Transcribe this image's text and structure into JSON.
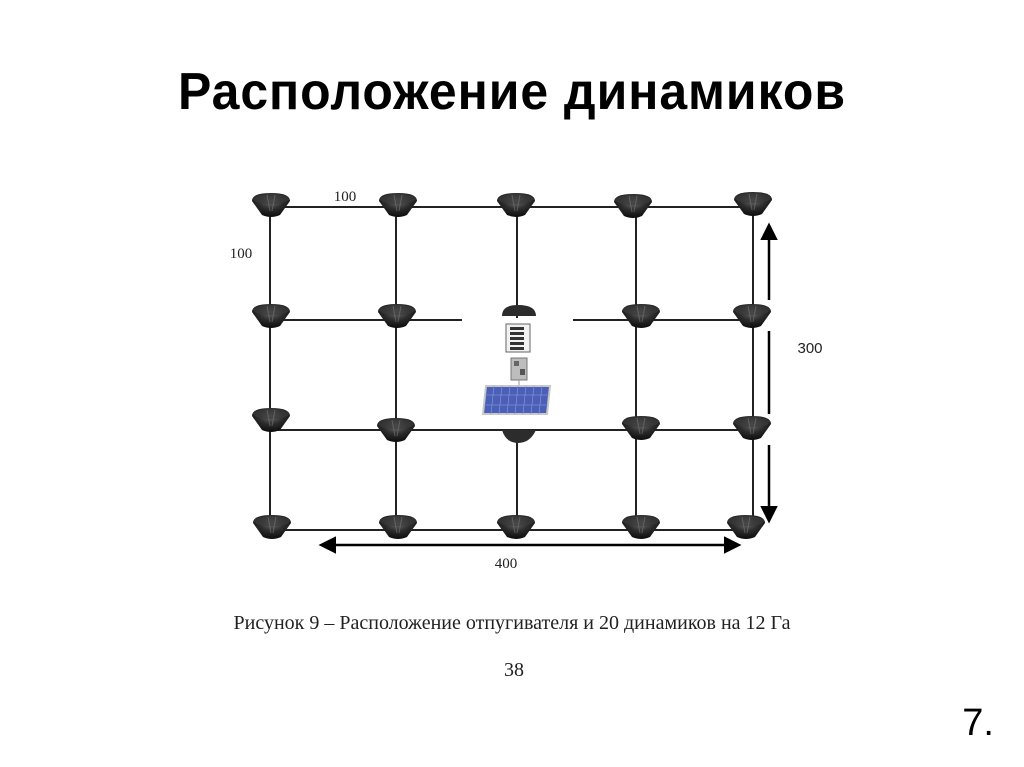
{
  "slide": {
    "title": "Расположение динамиков",
    "slide_number": "7."
  },
  "diagram": {
    "labels": {
      "top_spacing": "100",
      "left_spacing": "100",
      "vertical_dimension": "300",
      "horizontal_dimension": "400"
    },
    "caption": "Рисунок 9 – Расположение отпугивателя и 20 динамиков на 12 Га",
    "page_number": "38",
    "grid": {
      "columns": 5,
      "rows": 4,
      "speaker_count": 20
    },
    "center_device": [
      "repeller-unit",
      "control-board",
      "solar-panel"
    ],
    "colors": {
      "line": "#222222",
      "speaker": "#2a2a2a",
      "solar_panel": "#4a5fb5"
    }
  }
}
